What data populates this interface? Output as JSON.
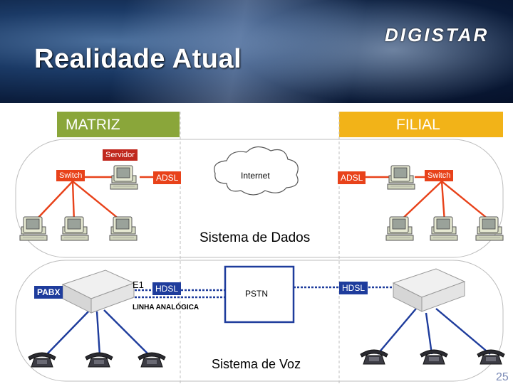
{
  "slide": {
    "title": "Realidade Atual",
    "logo_text": "DIGISTAR",
    "page_number": "25"
  },
  "sections": {
    "matriz": "MATRIZ",
    "filial": "FILIAL"
  },
  "systems": {
    "dados": "Sistema de Dados",
    "voz": "Sistema de Voz"
  },
  "labels": {
    "servidor": "Servidor",
    "switch_left": "Switch",
    "switch_right": "Switch",
    "adsl_left": "ADSL",
    "adsl_right": "ADSL",
    "internet": "Internet",
    "pabx": "PABX",
    "e1": "E1",
    "hdsl_left": "HDSL",
    "hdsl_right": "HDSL",
    "pstn": "PSTN",
    "linha_analogica": "LINHA ANALÓGICA"
  },
  "colors": {
    "matriz_header": "#8aa63a",
    "filial_header": "#f2b318",
    "switch_tag": "#e8421a",
    "servidor_tag": "#c0281e",
    "adsl_tag": "#e8421a",
    "hdsl_tag": "#1e3c9c",
    "pabx_tag": "#1e3c9c",
    "pstn_box": "#1e3c9c",
    "data_lines": "#e8421a",
    "voice_lines": "#1e3c9c"
  }
}
